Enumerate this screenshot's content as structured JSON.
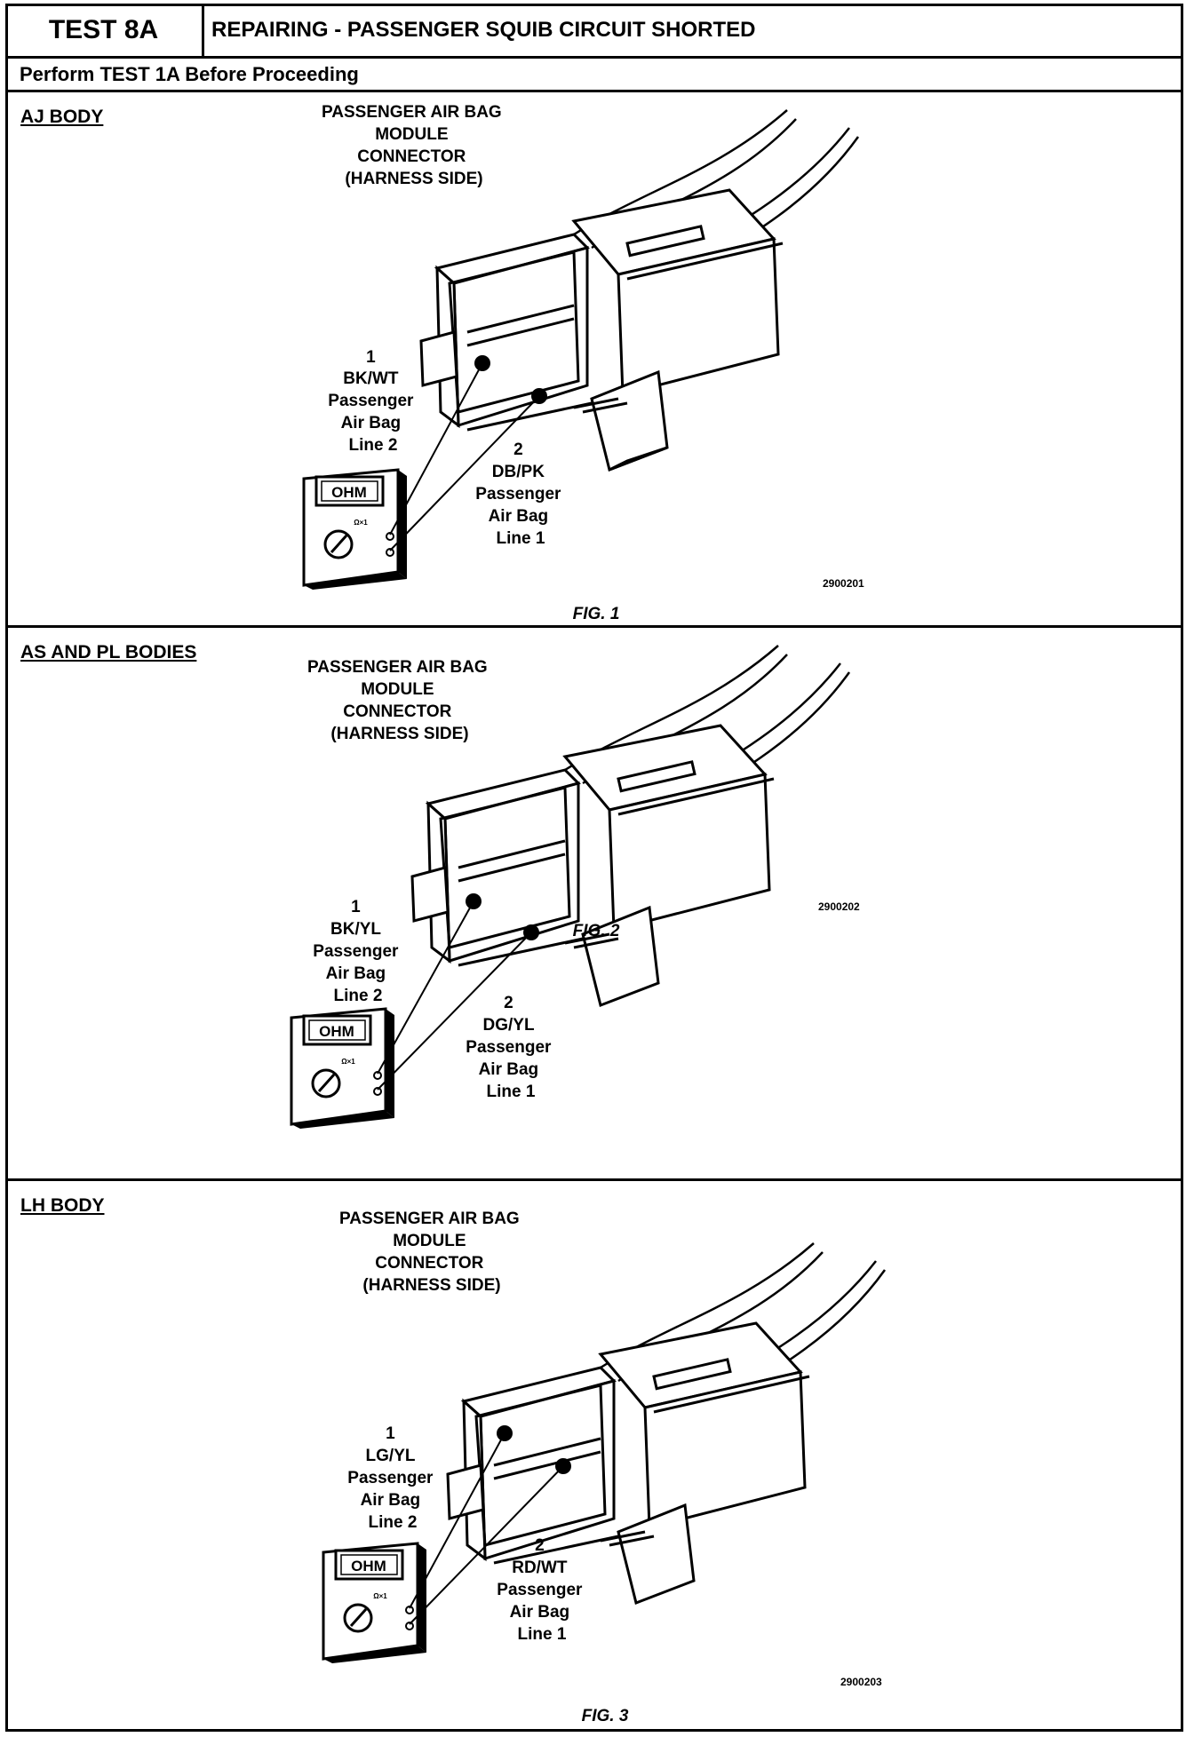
{
  "header": {
    "test_id": "TEST 8A",
    "title": "REPAIRING - PASSENGER SQUIB CIRCUIT SHORTED"
  },
  "subheader": "Perform TEST 1A Before Proceeding",
  "panels": [
    {
      "body_label": "AJ BODY",
      "connector_label": [
        "PASSENGER AIR BAG",
        "MODULE",
        "CONNECTOR",
        "(HARNESS SIDE)"
      ],
      "pin1": [
        "1",
        "BK/WT",
        "Passenger",
        "Air Bag",
        "Line 2"
      ],
      "pin2": [
        "2",
        "DB/PK",
        "Passenger",
        "Air Bag",
        "Line 1"
      ],
      "meter_display": "OHM",
      "meter_range": "Ω×1",
      "ref_number": "2900201",
      "fig_label": "FIG. 1"
    },
    {
      "body_label": "AS AND PL BODIES",
      "connector_label": [
        "PASSENGER AIR BAG",
        "MODULE",
        "CONNECTOR",
        "(HARNESS SIDE)"
      ],
      "pin1": [
        "1",
        "BK/YL",
        "Passenger",
        "Air Bag",
        "Line 2"
      ],
      "pin2": [
        "2",
        "DG/YL",
        "Passenger",
        "Air Bag",
        "Line 1"
      ],
      "meter_display": "OHM",
      "meter_range": "Ω×1",
      "ref_number": "2900202",
      "fig_label": "FIG. 2"
    },
    {
      "body_label": "LH BODY",
      "connector_label": [
        "PASSENGER AIR BAG",
        "MODULE",
        "CONNECTOR",
        "(HARNESS SIDE)"
      ],
      "pin1": [
        "1",
        "LG/YL",
        "Passenger",
        "Air Bag",
        "Line 2"
      ],
      "pin2": [
        "2",
        "RD/WT",
        "Passenger",
        "Air Bag",
        "Line 1"
      ],
      "meter_display": "OHM",
      "meter_range": "Ω×1",
      "ref_number": "2900203",
      "fig_label": "FIG. 3"
    }
  ]
}
